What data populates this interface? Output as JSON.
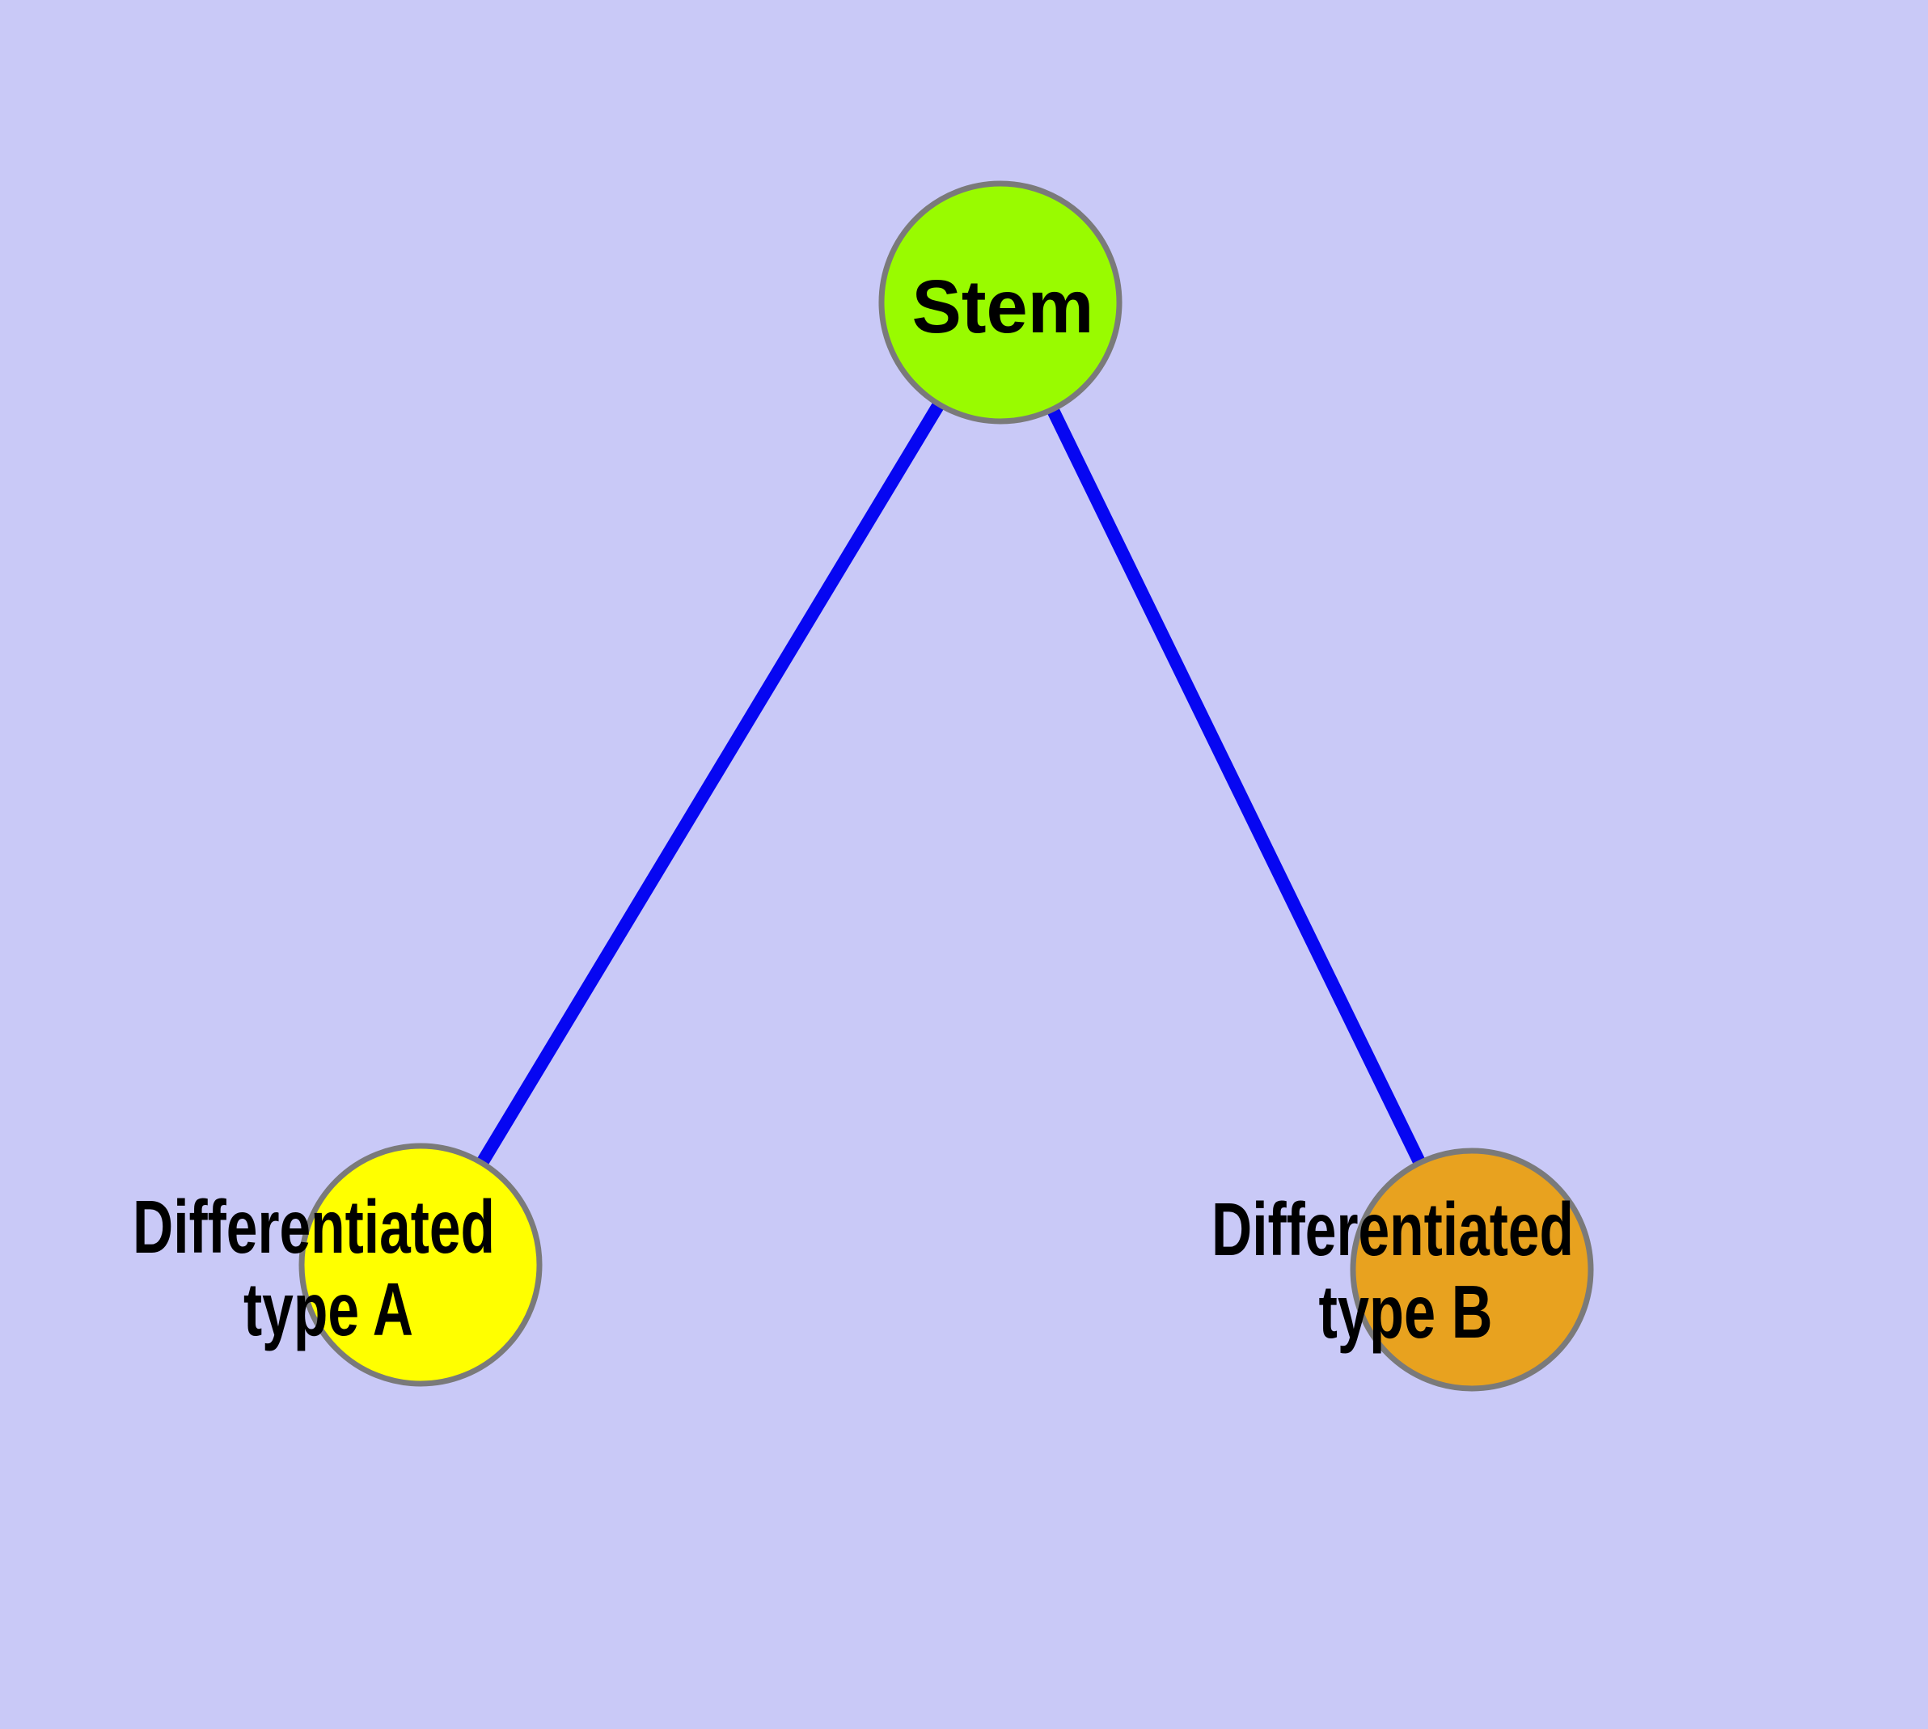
{
  "diagram": {
    "title": "stem-cell-differentiation-graph",
    "background_color": "#C9C9F7",
    "edge_color": "#0606F2",
    "node_border_color": "#7A7A7A",
    "text_color": "#000000",
    "nodes": [
      {
        "id": "stem",
        "label": "Stem",
        "label_line2": "",
        "fill": "#99FB00"
      },
      {
        "id": "type-a",
        "label": "Differentiated",
        "label_line2": "type A",
        "fill": "#FFFF00"
      },
      {
        "id": "type-b",
        "label": "Differentiated",
        "label_line2": "type B",
        "fill": "#E8A21F"
      }
    ],
    "edges": [
      {
        "from": "stem",
        "to": "type-a"
      },
      {
        "from": "stem",
        "to": "type-b"
      }
    ]
  }
}
